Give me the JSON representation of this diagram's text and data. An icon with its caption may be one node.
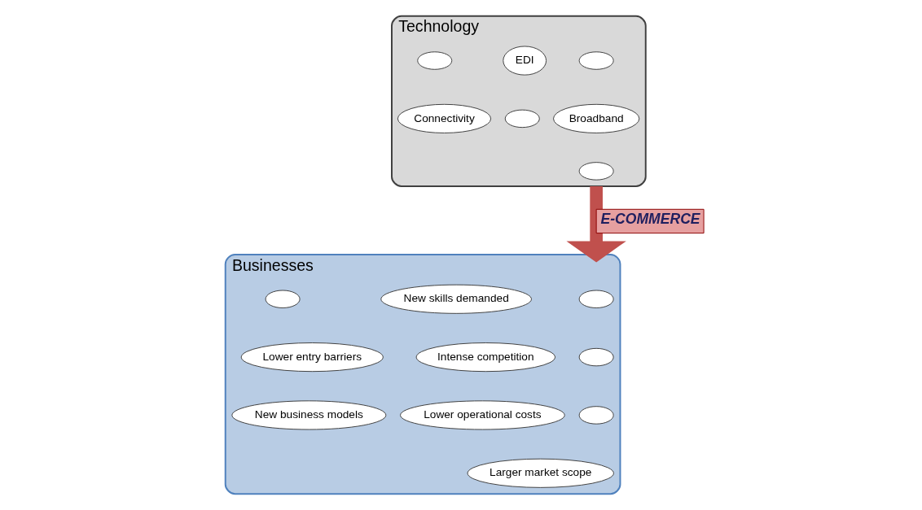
{
  "diagram": {
    "nodes": [
      {
        "text": [
          "Technology"
        ]
      },
      {
        "text": [],
        "shape": "circle",
        "in": 0
      },
      {
        "text": [
          "EDI"
        ],
        "in": 0
      },
      {
        "text": [],
        "shape": "circle",
        "in": 0
      },
      {
        "text": [
          "Broadband"
        ],
        "in": 0
      },
      {
        "text": [],
        "shape": "circle",
        "in": 0
      },
      {
        "text": [
          "Connectivity"
        ],
        "in": 0
      },
      {
        "text": [],
        "shape": "circle",
        "in": 0
      },
      {
        "text": [
          "Businesses"
        ]
      },
      {
        "text": [],
        "shape": "circle",
        "in": 8
      },
      {
        "text": [
          "New skills demanded"
        ],
        "in": 8
      },
      {
        "text": [],
        "shape": "circle",
        "in": 8
      },
      {
        "text": [],
        "shape": "circle",
        "in": 8
      },
      {
        "text": [
          "Intense competition"
        ],
        "in": 8
      },
      {
        "text": [
          "Lower entry barriers"
        ],
        "in": 8
      },
      {
        "text": [],
        "shape": "circle",
        "in": 8
      },
      {
        "text": [
          "Lower operational costs"
        ],
        "in": 8
      },
      {
        "text": [
          "New business models"
        ],
        "in": 8
      },
      {
        "text": [
          "Larger market scope"
        ],
        "in": 8
      }
    ],
    "edges": [
      {
        "from": 0,
        "to": 8,
        "arrow": "to",
        "label": "E-COMMERCE",
        "color": "#c0504d"
      }
    ]
  }
}
